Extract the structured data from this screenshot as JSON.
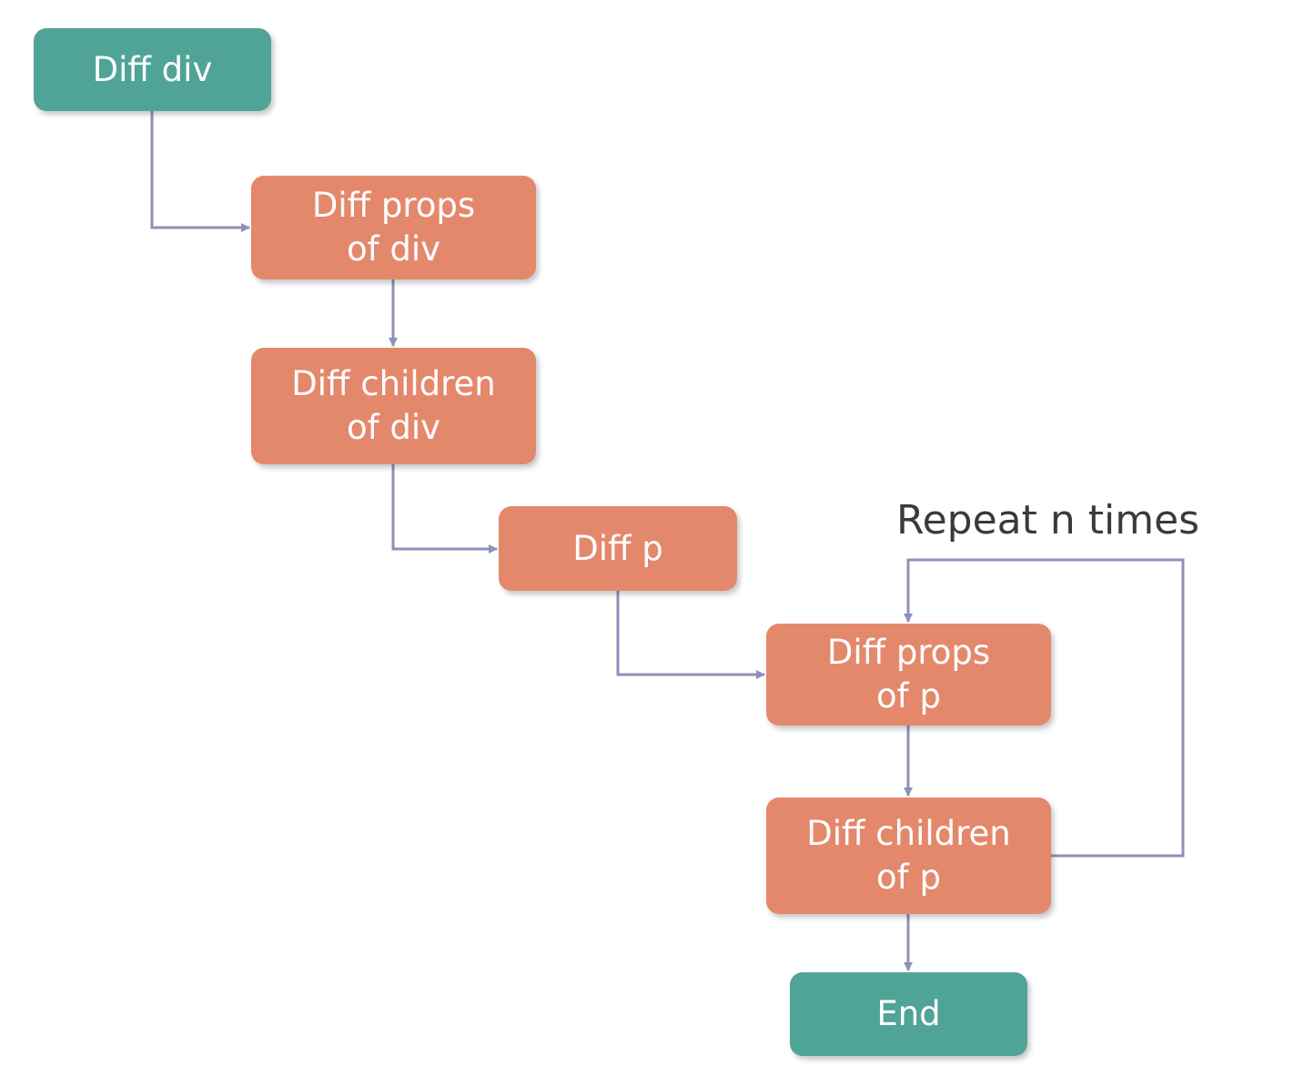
{
  "colors": {
    "terminal": "#50a497",
    "process": "#e4886c",
    "connector": "#8c91b8",
    "label_text": "#3a3a3a"
  },
  "nodes": {
    "start": "Diff div",
    "props_div": "Diff props\nof div",
    "children_div": "Diff children\nof div",
    "diff_p": "Diff p",
    "props_p": "Diff props\nof p",
    "children_p": "Diff children\nof p",
    "end": "End"
  },
  "loop_label": "Repeat n times",
  "edges": [
    {
      "from": "start",
      "to": "props_div"
    },
    {
      "from": "props_div",
      "to": "children_div"
    },
    {
      "from": "children_div",
      "to": "diff_p"
    },
    {
      "from": "diff_p",
      "to": "props_p"
    },
    {
      "from": "props_p",
      "to": "children_p"
    },
    {
      "from": "children_p",
      "to": "props_p",
      "label": "loop_label"
    },
    {
      "from": "children_p",
      "to": "end"
    }
  ]
}
